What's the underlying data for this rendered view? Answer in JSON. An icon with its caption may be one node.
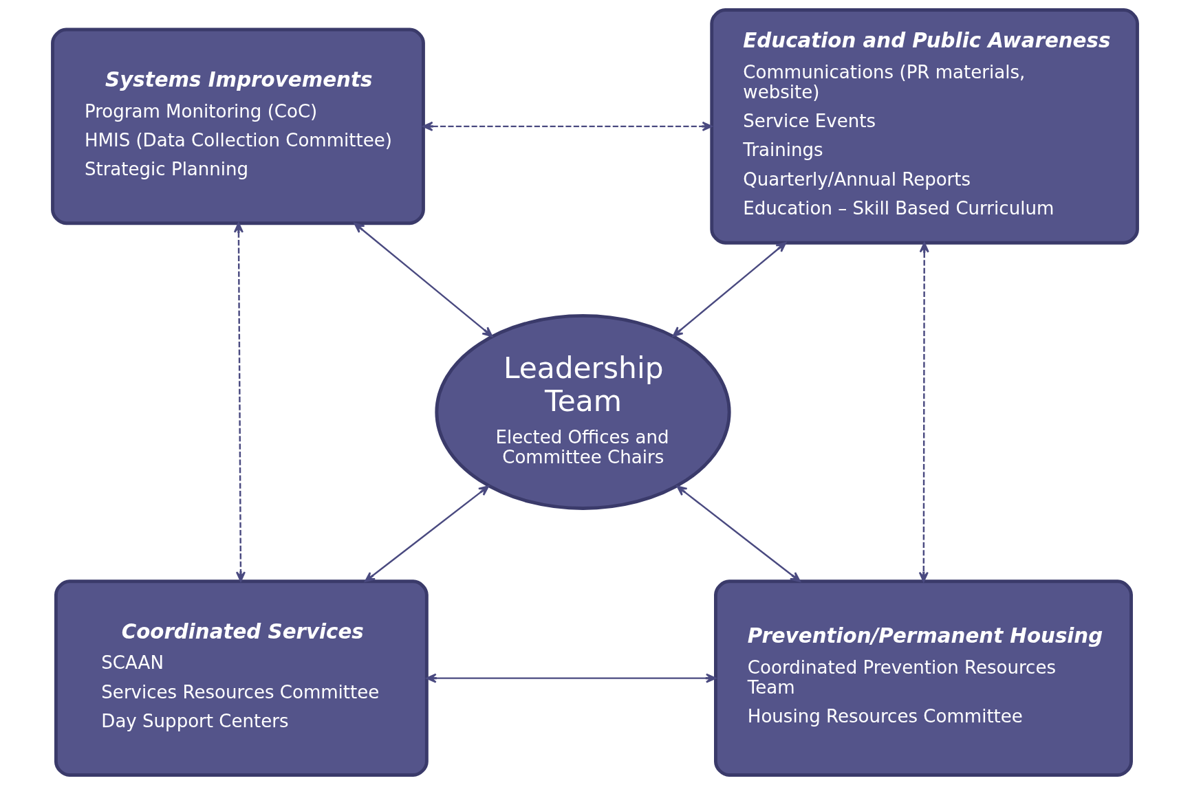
{
  "diagram": {
    "nodes": [
      {
        "text": [
          "Systems Improvements",
          "Program Monitoring (CoC)",
          "HMIS (Data Collection Committee)",
          "Strategic Planning"
        ]
      },
      {
        "text": [
          "Education and Public Awareness",
          "Communications (PR materials, website)",
          "Service Events",
          "Trainings",
          "Quarterly/Annual Reports",
          "Education – Skill Based Curriculum"
        ]
      },
      {
        "text": [
          "Leadership Team",
          "Elected Offices and Committee Chairs"
        ]
      },
      {
        "text": [
          "Coordinated Services",
          "SCAAN",
          "Services Resources Committee",
          "Day Support Centers"
        ]
      },
      {
        "text": [
          "Prevention/Permanent Housing",
          "Coordinated Prevention Resources Team",
          "Housing Resources Committee"
        ]
      }
    ],
    "edges": [
      {
        "from": 0,
        "to": 1,
        "arrow": "both",
        "style": "dashed"
      },
      {
        "from": 0,
        "to": 2,
        "arrow": "both"
      },
      {
        "from": 1,
        "to": 2,
        "arrow": "both"
      },
      {
        "from": 0,
        "to": 3,
        "arrow": "both",
        "style": "dashed"
      },
      {
        "from": 1,
        "to": 4,
        "arrow": "both",
        "style": "dashed"
      },
      {
        "from": 3,
        "to": 2,
        "arrow": "both"
      },
      {
        "from": 2,
        "to": 4,
        "arrow": "both"
      },
      {
        "from": 3,
        "to": 4,
        "arrow": "both"
      }
    ]
  }
}
